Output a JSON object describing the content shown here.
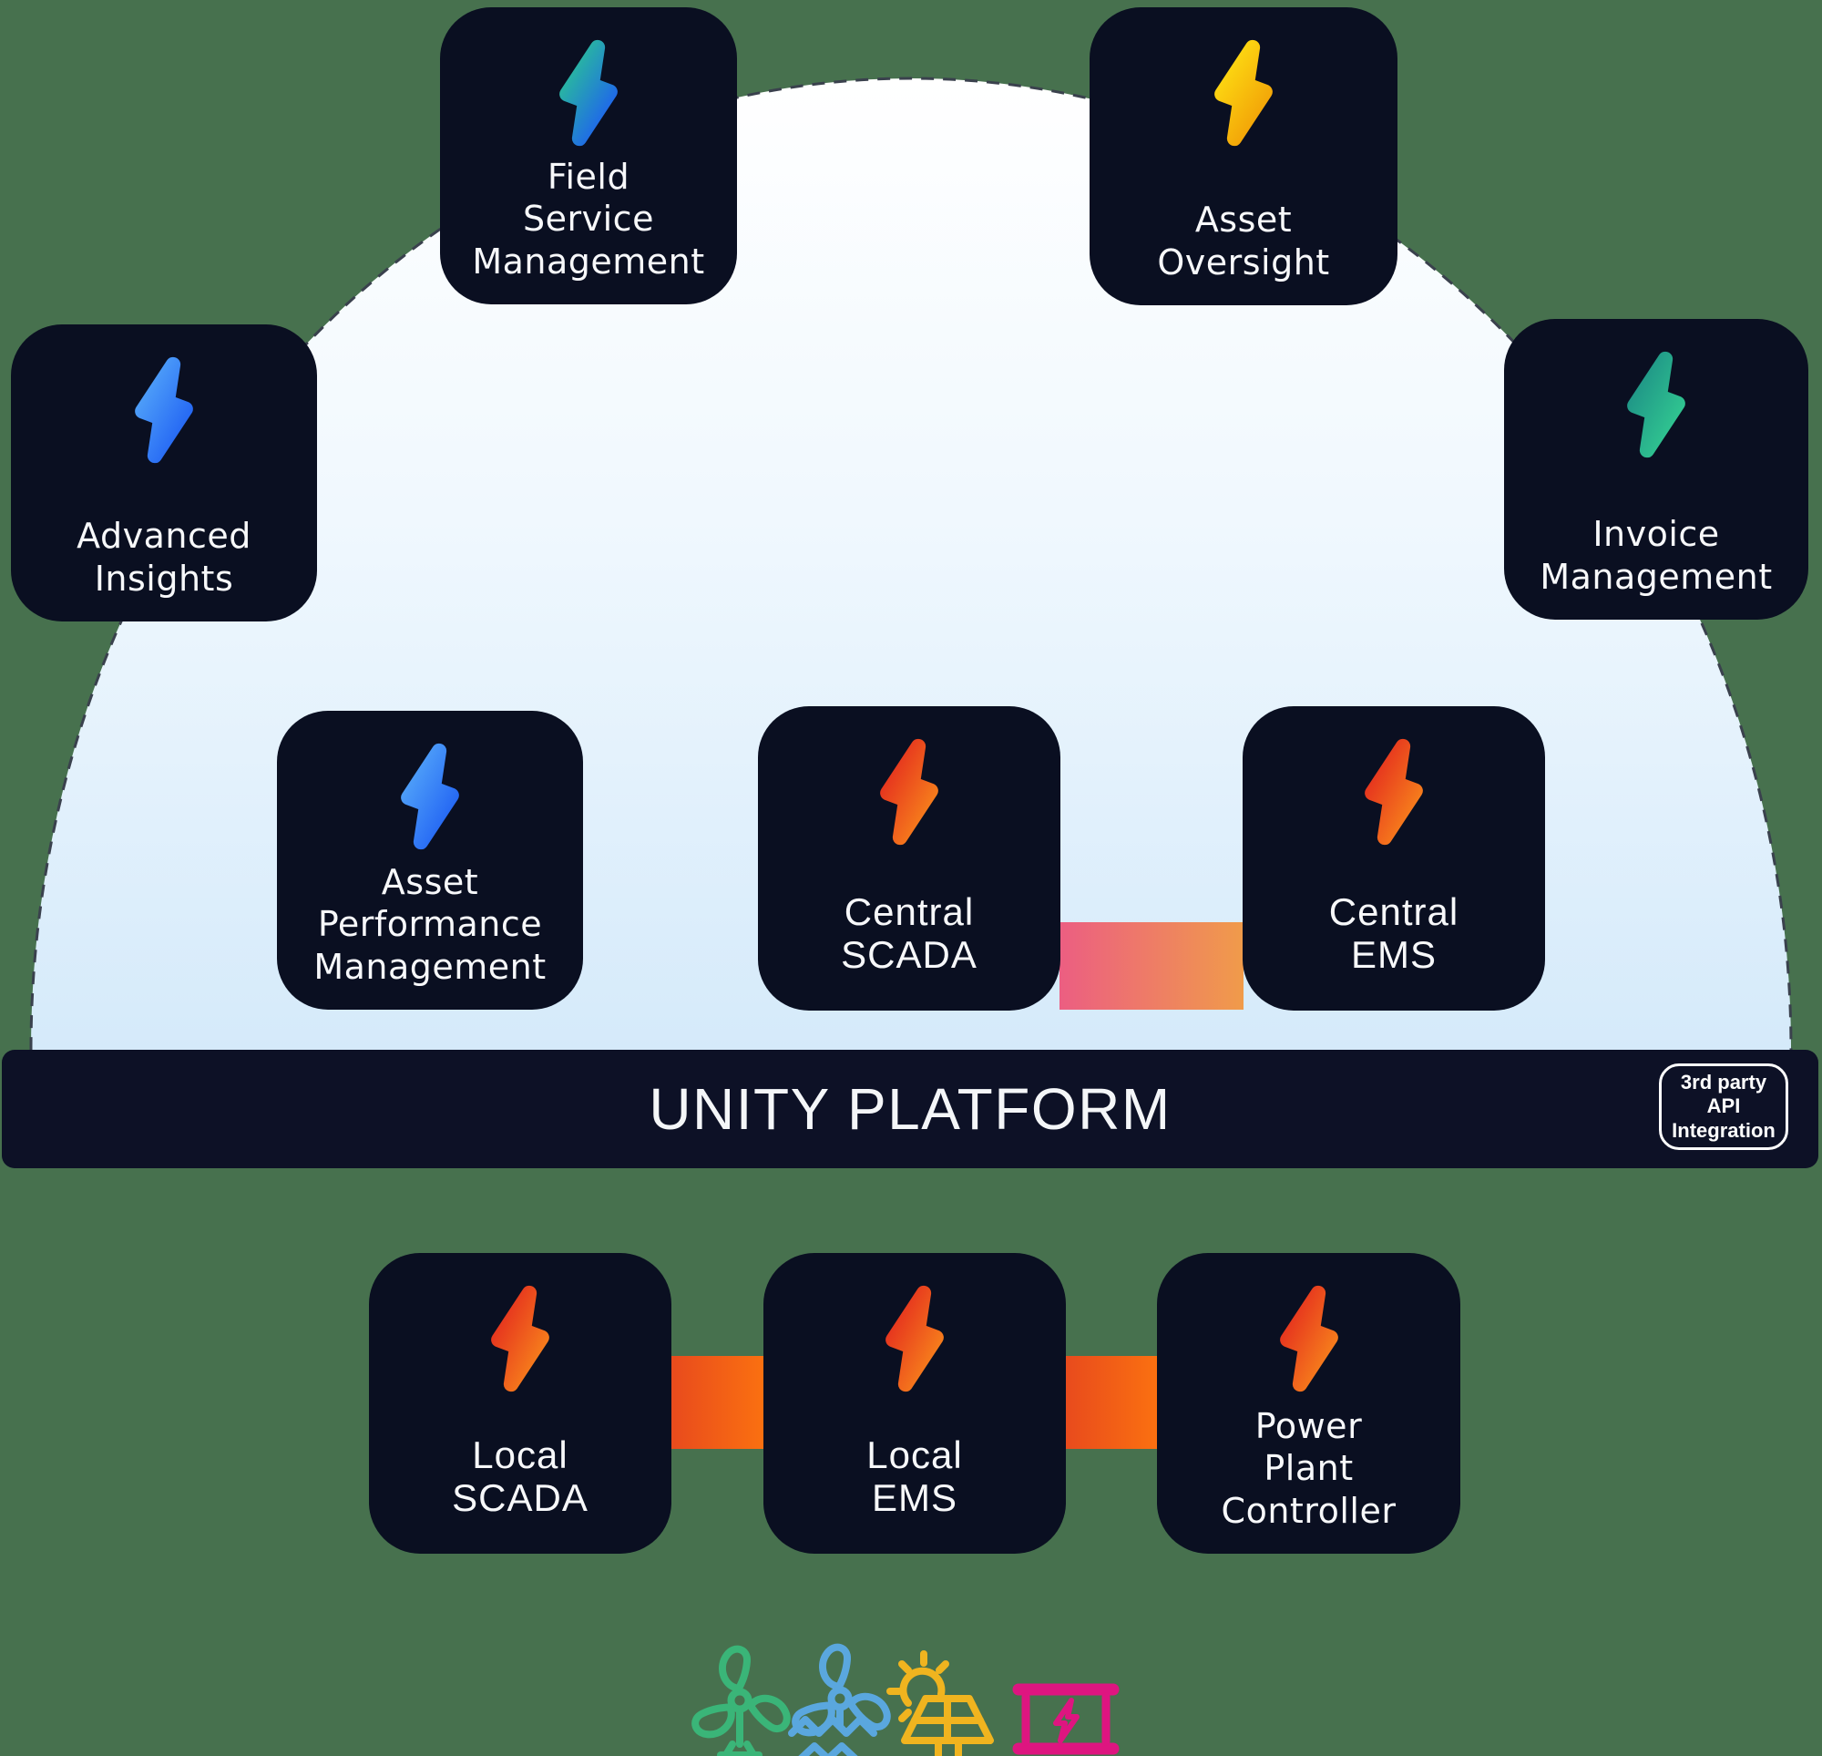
{
  "background_color": "#47714E",
  "card_color": "#0A0F21",
  "dome": {
    "fill_top": "#FFFFFF",
    "fill_mid": "#F0F8FE",
    "fill_bottom": "#D5EAFA",
    "stroke": "#3A414D"
  },
  "platform_bar": {
    "label": "UNITY PLATFORM",
    "color": "#0D1126",
    "badge": {
      "lines": [
        "3rd party",
        "API",
        "Integration"
      ]
    }
  },
  "cards": {
    "field_service_management": {
      "lines": [
        "Field",
        "Service",
        "Management"
      ],
      "icon": "bolt-icon",
      "icon_gradient": [
        "#2BCA8E",
        "#1E5EF3"
      ]
    },
    "asset_oversight": {
      "lines": [
        "Asset",
        "Oversight"
      ],
      "icon": "bolt-icon",
      "icon_gradient": [
        "#FFE414",
        "#F2A007"
      ]
    },
    "advanced_insights": {
      "lines": [
        "Advanced",
        "Insights"
      ],
      "icon": "bolt-icon",
      "icon_gradient": [
        "#58ACFA",
        "#1E5EF3"
      ]
    },
    "invoice_management": {
      "lines": [
        "Invoice",
        "Management"
      ],
      "icon": "bolt-icon",
      "icon_gradient": [
        "#1C8B85",
        "#33CD92"
      ]
    },
    "asset_performance_management": {
      "lines": [
        "Asset",
        "Performance",
        "Management"
      ],
      "icon": "bolt-icon",
      "icon_gradient": [
        "#58ACFA",
        "#1E5EF3"
      ]
    },
    "central_scada": {
      "lines": [
        "Central",
        "SCADA"
      ],
      "icon": "bolt-icon",
      "icon_gradient": [
        "#E2231E",
        "#F98A1C"
      ]
    },
    "central_ems": {
      "lines": [
        "Central",
        "EMS"
      ],
      "icon": "bolt-icon",
      "icon_gradient": [
        "#E2231E",
        "#F98A1C"
      ]
    },
    "local_scada": {
      "lines": [
        "Local",
        "SCADA"
      ],
      "icon": "bolt-icon",
      "icon_gradient": [
        "#E2231E",
        "#F98A1C"
      ]
    },
    "local_ems": {
      "lines": [
        "Local",
        "EMS"
      ],
      "icon": "bolt-icon",
      "icon_gradient": [
        "#E2231E",
        "#F98A1C"
      ]
    },
    "power_plant_controller": {
      "lines": [
        "Power",
        "Plant",
        "Controller"
      ],
      "icon": "bolt-icon",
      "icon_gradient": [
        "#E2231E",
        "#F98A1C"
      ]
    }
  },
  "connectors": {
    "central_gradient": [
      "#EC5E82",
      "#F09B4A"
    ],
    "local_gradient": [
      "#E84A1D",
      "#FB7110"
    ]
  },
  "energy_icons": [
    {
      "name": "onshore-wind-icon",
      "color": "#3AB578"
    },
    {
      "name": "offshore-wind-icon",
      "color": "#5AA7DE"
    },
    {
      "name": "solar-panel-icon",
      "color": "#F0B41F"
    },
    {
      "name": "battery-storage-icon",
      "color": "#DE1580"
    }
  ]
}
